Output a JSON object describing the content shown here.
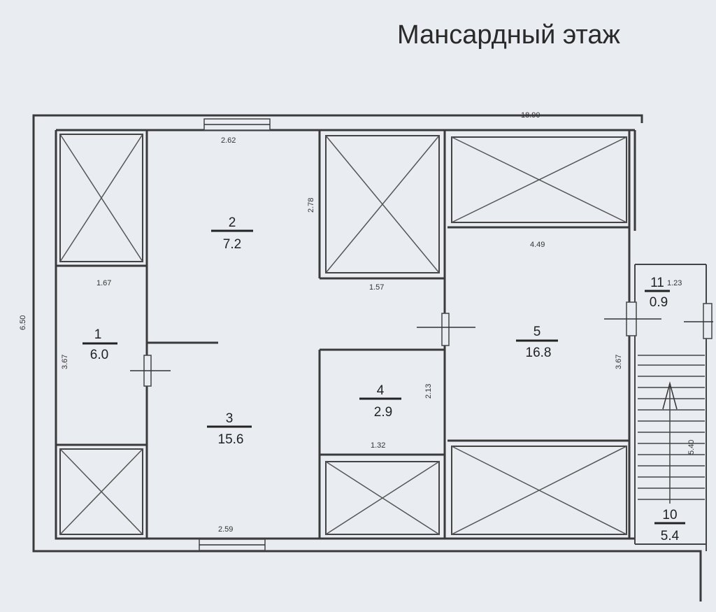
{
  "title": "Мансардный этаж",
  "dimensions": {
    "top_total": "18.90",
    "left_total": "6.50",
    "top_window": "2.62",
    "bottom_window": "2.59",
    "room1_width": "1.67",
    "room1_height": "3.67",
    "room2_height": "2.78",
    "corridor_width": "1.57",
    "room4_height": "2.13",
    "room4_width": "1.32",
    "room5_width": "4.49",
    "room5_height": "3.67",
    "room11_width": "1.23",
    "stair_length": "5.40"
  },
  "rooms": [
    {
      "number": "1",
      "area": "6.0"
    },
    {
      "number": "2",
      "area": "7.2"
    },
    {
      "number": "3",
      "area": "15.6"
    },
    {
      "number": "4",
      "area": "2.9"
    },
    {
      "number": "5",
      "area": "16.8"
    },
    {
      "number": "10",
      "area": "5.4"
    },
    {
      "number": "11",
      "area": "0.9"
    }
  ],
  "colors": {
    "background": "#e9ecf1",
    "lines": "#3a3a3a"
  }
}
